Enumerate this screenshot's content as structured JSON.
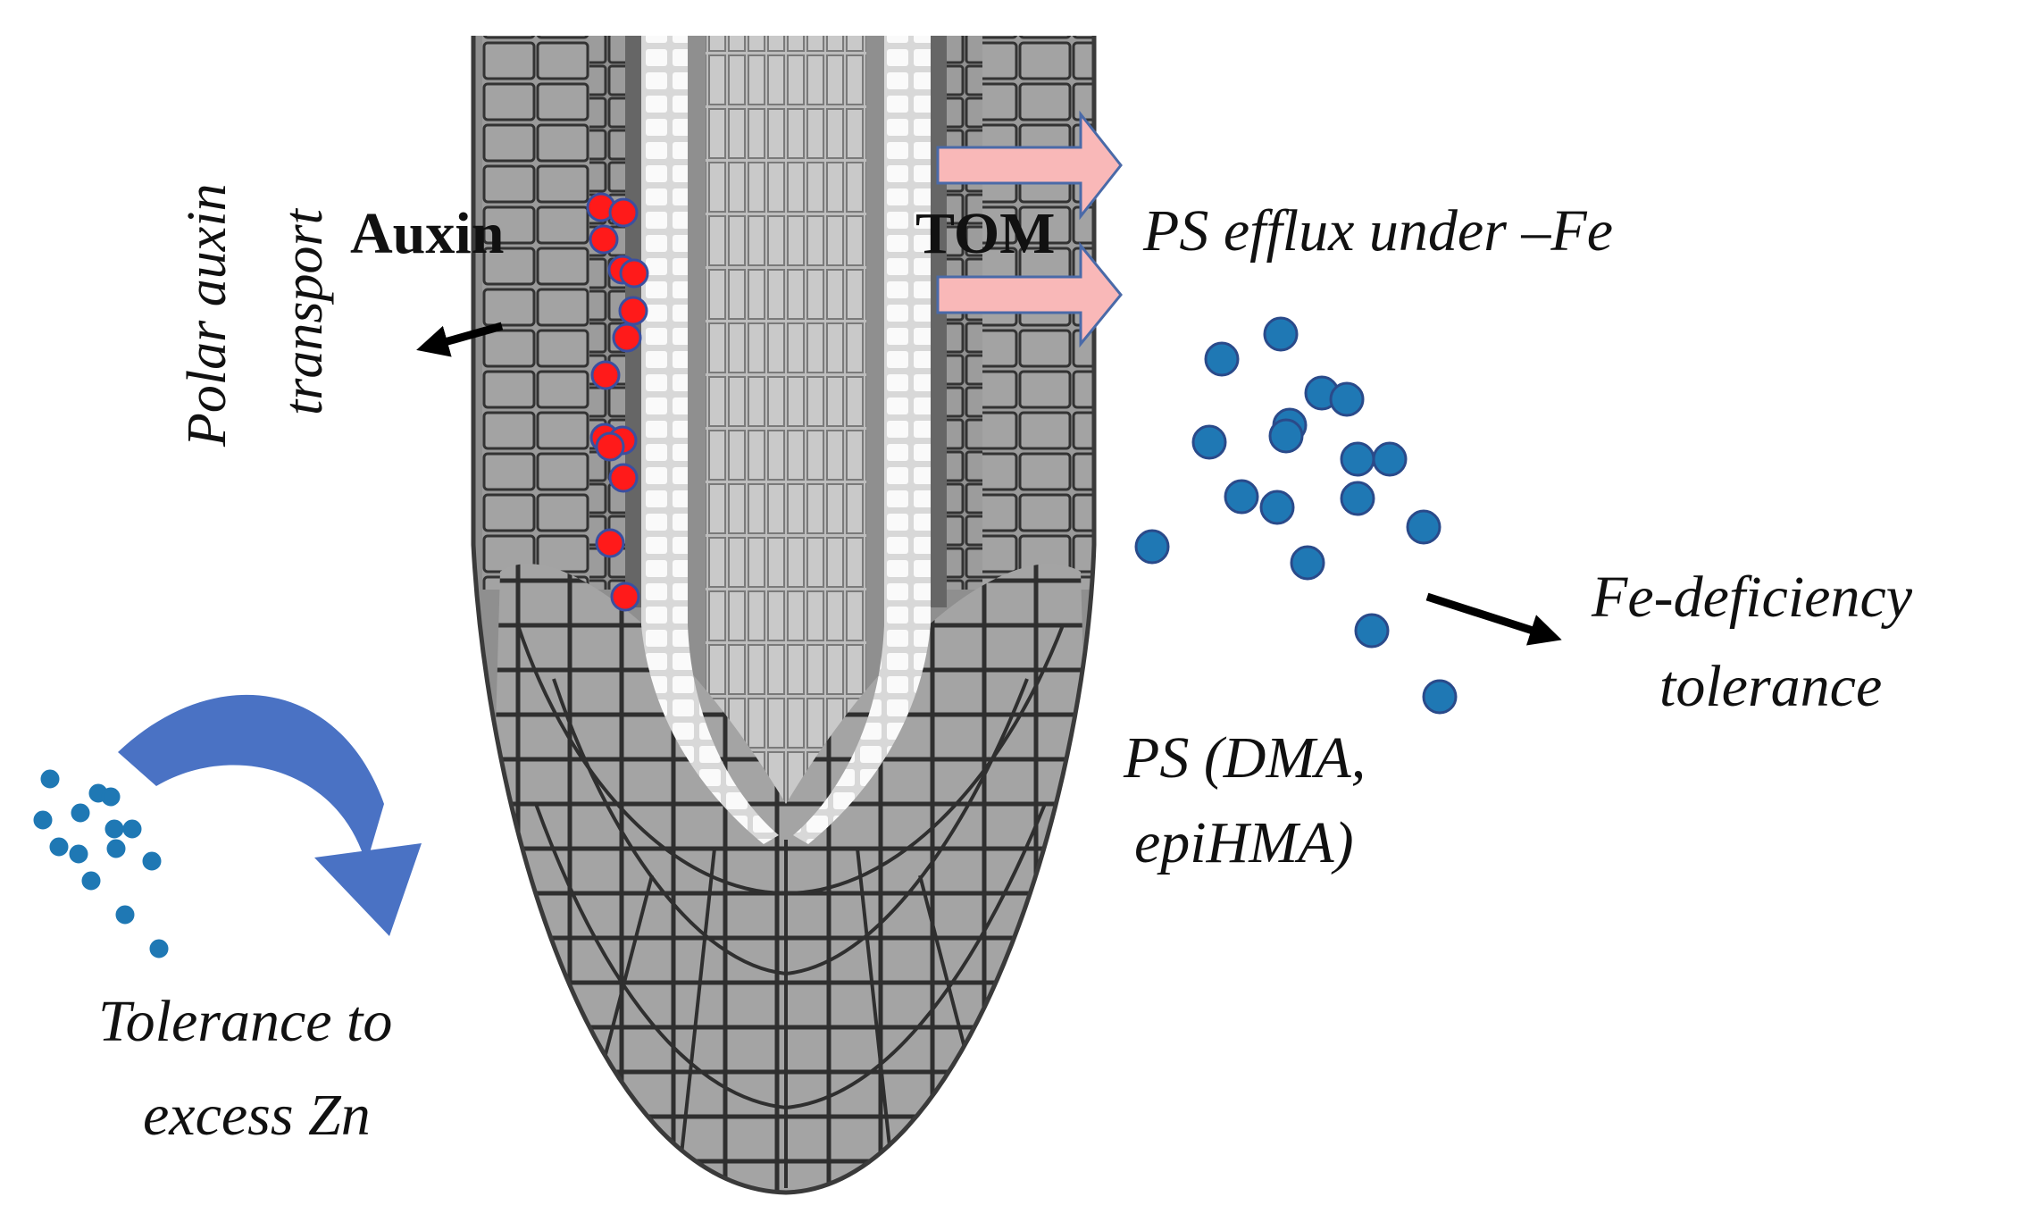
{
  "labels": {
    "polar_auxin_line1": "Polar auxin",
    "polar_auxin_line2": "transport",
    "auxin": "Auxin",
    "tom": "TOM",
    "ps_efflux": "PS efflux under –Fe",
    "fe_deficiency_line1": "Fe-deficiency",
    "fe_deficiency_line2": "tolerance",
    "ps_line1": "PS (DMA,",
    "ps_line2": "epiHMA)",
    "zn_line1": "Tolerance to",
    "zn_line2": "excess Zn"
  },
  "colors": {
    "auxin_dot": "#ff1a1a",
    "auxin_dot_outline": "#3a4fa0",
    "ps_dot": "#1f78b4",
    "ps_dot_outline": "#2a4a8a",
    "efflux_arrow_fill": "#f9b8b8",
    "efflux_arrow_outline": "#4a6aa8",
    "curved_arrow": "#4a72c4",
    "root_cell": "#9a9a9a",
    "root_cell_line": "#3a3a3a",
    "stele": "#c8c8c8",
    "xylem_strand": "#f4f4f4"
  },
  "icons": {
    "auxin_direction_arrow": "black-arrow-icon",
    "tolerance_arrow": "black-arrow-icon",
    "efflux_arrows": "pink-block-arrow-icon",
    "zn_uptake_arrow": "curved-arrow-icon"
  }
}
